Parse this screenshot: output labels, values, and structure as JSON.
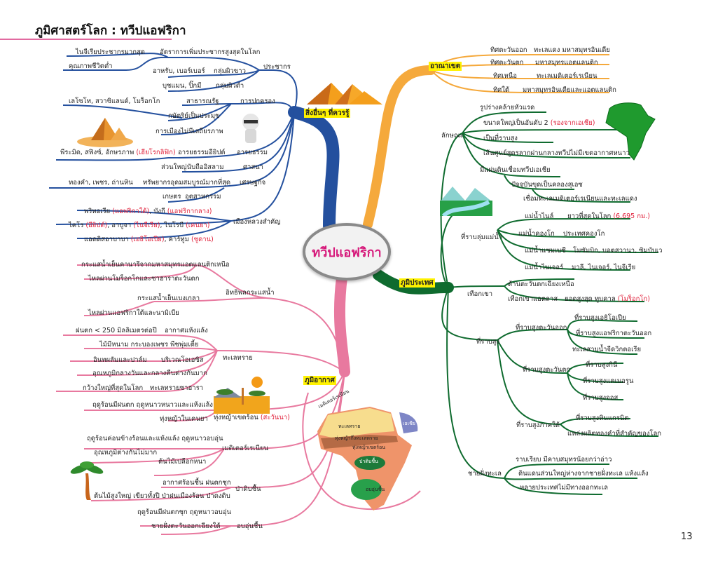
{
  "header": {
    "title": "ภูมิศาสตร์โลก : ทวีปแอฟริกา"
  },
  "center": {
    "label": "ทวีปแอฟริกา"
  },
  "page_number": "13",
  "branches": {
    "others": {
      "label": "สิ่งอื่นๆ ที่ควรรู้",
      "color": "#24509e",
      "population": {
        "label": "ประชากร",
        "growth": "อัตราการเพิ่มประชากรสูงสุดในโลก",
        "nigeria": "ไนจีเรียประชากรมากสุด",
        "quality": "คุณภาพชีวิตต่ำ",
        "white_group": "กลุ่มผิวขาว",
        "white_examples": "อาหรับ, เบอร์เบอร์",
        "black_group": "กลุ่มผิวดำ",
        "black_examples": "บุชแมน, ปิ๊กมี"
      },
      "government": {
        "label": "การปกครอง",
        "republic": "สาธารณรัฐ",
        "monarchy": "กษัตริย์เป็นประมุข",
        "monarchy_examples": "เลโซโท, สวาซิแลนด์, โมร็อกโก",
        "unstable": "การเมืองไม่มีเสถียรภาพ"
      },
      "civilization": {
        "label": "อารยธรรม",
        "egypt": "อารยธรรมอียิปต์",
        "egypt_examples": "พีระมิด, สฟิงซ์, อักษรภาพ",
        "egypt_note": "(เฮียโรกลิฟิก)"
      },
      "religion": {
        "label": "ศาสนา",
        "islam": "ส่วนใหญ่นับถืออิสลาม"
      },
      "economy": {
        "label": "เศรษฐกิจ",
        "resources": "ทรัพยากรอุดมสมบูรณ์มากที่สุด",
        "resources_examples": "ทองคำ, เพชร, ถ่านหิน",
        "agriculture": "เกษตร",
        "industry": "อุตสาหกรรม"
      },
      "capitals": {
        "label": "เมืองหลวงสำคัญ",
        "rows": [
          [
            {
              "text": "พริทอเรีย "
            },
            {
              "text": "(แอฟริกาใต้)",
              "red": true
            },
            {
              "text": ", บังกี "
            },
            {
              "text": "(แอฟริกากลาง)",
              "red": true
            }
          ],
          [
            {
              "text": "ไคโร "
            },
            {
              "text": "(อียิปต์)",
              "red": true
            },
            {
              "text": ", อาบูจา "
            },
            {
              "text": "(ไนจีเรีย)",
              "red": true
            },
            {
              "text": ", ไนโรบี "
            },
            {
              "text": "(เคนยา)",
              "red": true
            }
          ],
          [
            {
              "text": "แอดดิสอาบาบา "
            },
            {
              "text": "(เอธิโอเปีย)",
              "red": true
            },
            {
              "text": ", คาร์ทูม "
            },
            {
              "text": "(ซูดาน)",
              "red": true
            }
          ]
        ]
      }
    },
    "territory": {
      "label": "อาณาเขต",
      "color": "#f5a93c",
      "items": [
        {
          "dir": "ทิศตะวันออก",
          "value": "ทะเลแดง มหาสมุทรอินเดีย"
        },
        {
          "dir": "ทิศตะวันตก",
          "value": "มหาสมุทรแอตแลนติก"
        },
        {
          "dir": "ทิศเหนือ",
          "value": "ทะเลเมดิเตอร์เรเนียน"
        },
        {
          "dir": "ทิศใต้",
          "value": "มหาสมุทรอินเดียและแอตแลนติก"
        }
      ]
    },
    "physical": {
      "label": "ภูมิประเทศ",
      "color": "#0f6b2f",
      "characteristics": {
        "label": "ลักษณะ",
        "shape": "รูปร่างคล้ายหัวแรด",
        "size": "ขนาดใหญ่เป็นอันดับ 2",
        "size_note": "(รองจากเอเชีย)",
        "plateau": "เป็นที่ราบสูง",
        "equator": "เส้นศูนย์สูตรลากผ่านกลางทวีป",
        "equator_note": "ไม่มีเขตอากาศหนาว",
        "isthmus": "มีแผ่นดินเชื่อมทวีปเอเชีย",
        "suez": "ปัจจุบันขุดเป็นคลองสุเอซ",
        "suez_note": "เชื่อมทะเลเมดิเตอร์เรเนียนและทะเลแดง"
      },
      "river_basins": {
        "label": "ที่ราบลุ่มแม่น้ำ",
        "items": [
          {
            "river": "แม่น้ำไนล์",
            "desc": "ยาวที่สุดในโลก",
            "note": "(6,695 กม.)"
          },
          {
            "river": "แม่น้ำคองโก",
            "desc": "ประเทศคองโก",
            "note": ""
          },
          {
            "river": "แม่น้ำแซมเบซี",
            "desc": "โมซัมบิก, บอตสวานา, ซิมบับเว",
            "note": ""
          },
          {
            "river": "แม่น้ำไนเจอร์",
            "desc": "มาลี, ไนเจอร์, ไนจีเรีย",
            "note": ""
          }
        ]
      },
      "mountains": {
        "label": "เทือกเขา",
        "northwest": "ด้านตะวันตกเฉียงเหนือ",
        "atlas": "เทือกเขาแอตลาส",
        "atlas_peak": "ยอดสูงสุด ทูบคาล",
        "atlas_note": "(โมร็อกโก)"
      },
      "plateaus": {
        "label": "ที่ราบสูง",
        "groups": [
          {
            "name": "ที่ราบสูงตะวันออก",
            "items": [
              "ที่ราบสูงเอธิโอเปีย",
              "ที่ราบสูงแอฟริกาตะวันออก",
              "ทะเลสาบน้ำจืดวิกตอเรีย"
            ]
          },
          {
            "name": "ที่ราบสูงตะวันตก",
            "items": [
              "ที่ราบสูงกินี",
              "ที่ราบสูงแคเมอรูน",
              "ที่ราบสูงจอส"
            ]
          },
          {
            "name": "ที่ราบสูงภาคใต้",
            "items": [
              "ที่ราบสูงหินแกรนิต",
              "แหล่งผลิตทองคำที่สำคัญของโลก"
            ]
          }
        ]
      },
      "coast": {
        "label": "ชายฝั่งทะเล",
        "items": [
          "ราบเรียบ มีคาบสมุทรน้อยกว่าอ่าว",
          "ดินแดนส่วนใหญ่ห่างจากชายฝั่งทะเล แห้งแล้ง",
          "หลายประเทศไม่มีทางออกทะเล"
        ]
      }
    },
    "climate": {
      "label": "ภูมิอากาศ",
      "color": "#e8799f",
      "currents": {
        "label": "อิทธิพลกระแสน้ำ",
        "canary": "กระแสน้ำเย็นคานารีจากมหาสมุทรแอตแลนติกเหนือ",
        "canary_note": "ไหลผ่านโมร็อกโกและซาฮาราตะวันตก",
        "benguela": "กระแสน้ำเย็นเบงเกลา",
        "benguela_note": "ไหลผ่านแอฟริกาใต้และนามิเบีย"
      },
      "desert": {
        "label": "ทะเลทราย",
        "dry": "อากาศแห้งแล้ง",
        "rain": "ฝนตก < 250 มิลลิเมตรต่อปี",
        "plants": "ไม้มีหนาม กระบองเพชร พืชพุ่มเตี้ย",
        "oasis": "บริเวณโอเอซิส",
        "oasis_note": "อินทผลัมและปาล์ม",
        "temp": "อุณหภูมิกลางวันและกลางคืนต่างกันมาก",
        "sahara": "ทะเลทรายซาฮารา",
        "sahara_note": "กว้างใหญ่ที่สุดในโลก"
      },
      "savanna": {
        "label": "ทุ่งหญ้าเขตร้อน",
        "label_note": "(สะวันนา)",
        "seasons": "ฤดูร้อนมีฝนตก ฤดูหนาวหนาวและแห้งแล้ง",
        "kenya": "ทุ่งหญ้าในเคนยา"
      },
      "mediterranean": {
        "label": "เมดิเตอร์เรเนียน",
        "seasons": "ฤดูร้อนค่อนข้างร้อนและแห้งแล้ง ฤดูหนาวอบอุ่น",
        "temp": "อุณหภูมิต่างกันไม่มาก",
        "trees": "ต้นไม้เปลือกหนา"
      },
      "rainforest": {
        "label": "ป่าดิบชื้น",
        "weather": "อากาศร้อนชื้น ฝนตกชุก",
        "trees": "ต้นไม้สูงใหญ่ เขียวทั้งปี ป่าฝนเมืองร้อน ป่าดงดิบ"
      },
      "warm_humid": {
        "label": "อบอุ่นชื้น",
        "seasons": "ฤดูร้อนมีฝนตกชุก ฤดูหนาวอบอุ่น",
        "coast": "ชายฝั่งตะวันออกเฉียงใต้"
      },
      "map_labels": {
        "mediterranean": "เมดิเตอร์เรเนียน",
        "desert": "ทะเลทราย",
        "steppe": "ทุ่งหญ้ากึ่งทะเลทราย",
        "savanna": "ทุ่งหญ้าเขตร้อน",
        "rainforest": "ป่าดิบชื้น",
        "warm_humid": "อบอุ่นชื้น",
        "asia": "เอเชีย"
      }
    }
  }
}
